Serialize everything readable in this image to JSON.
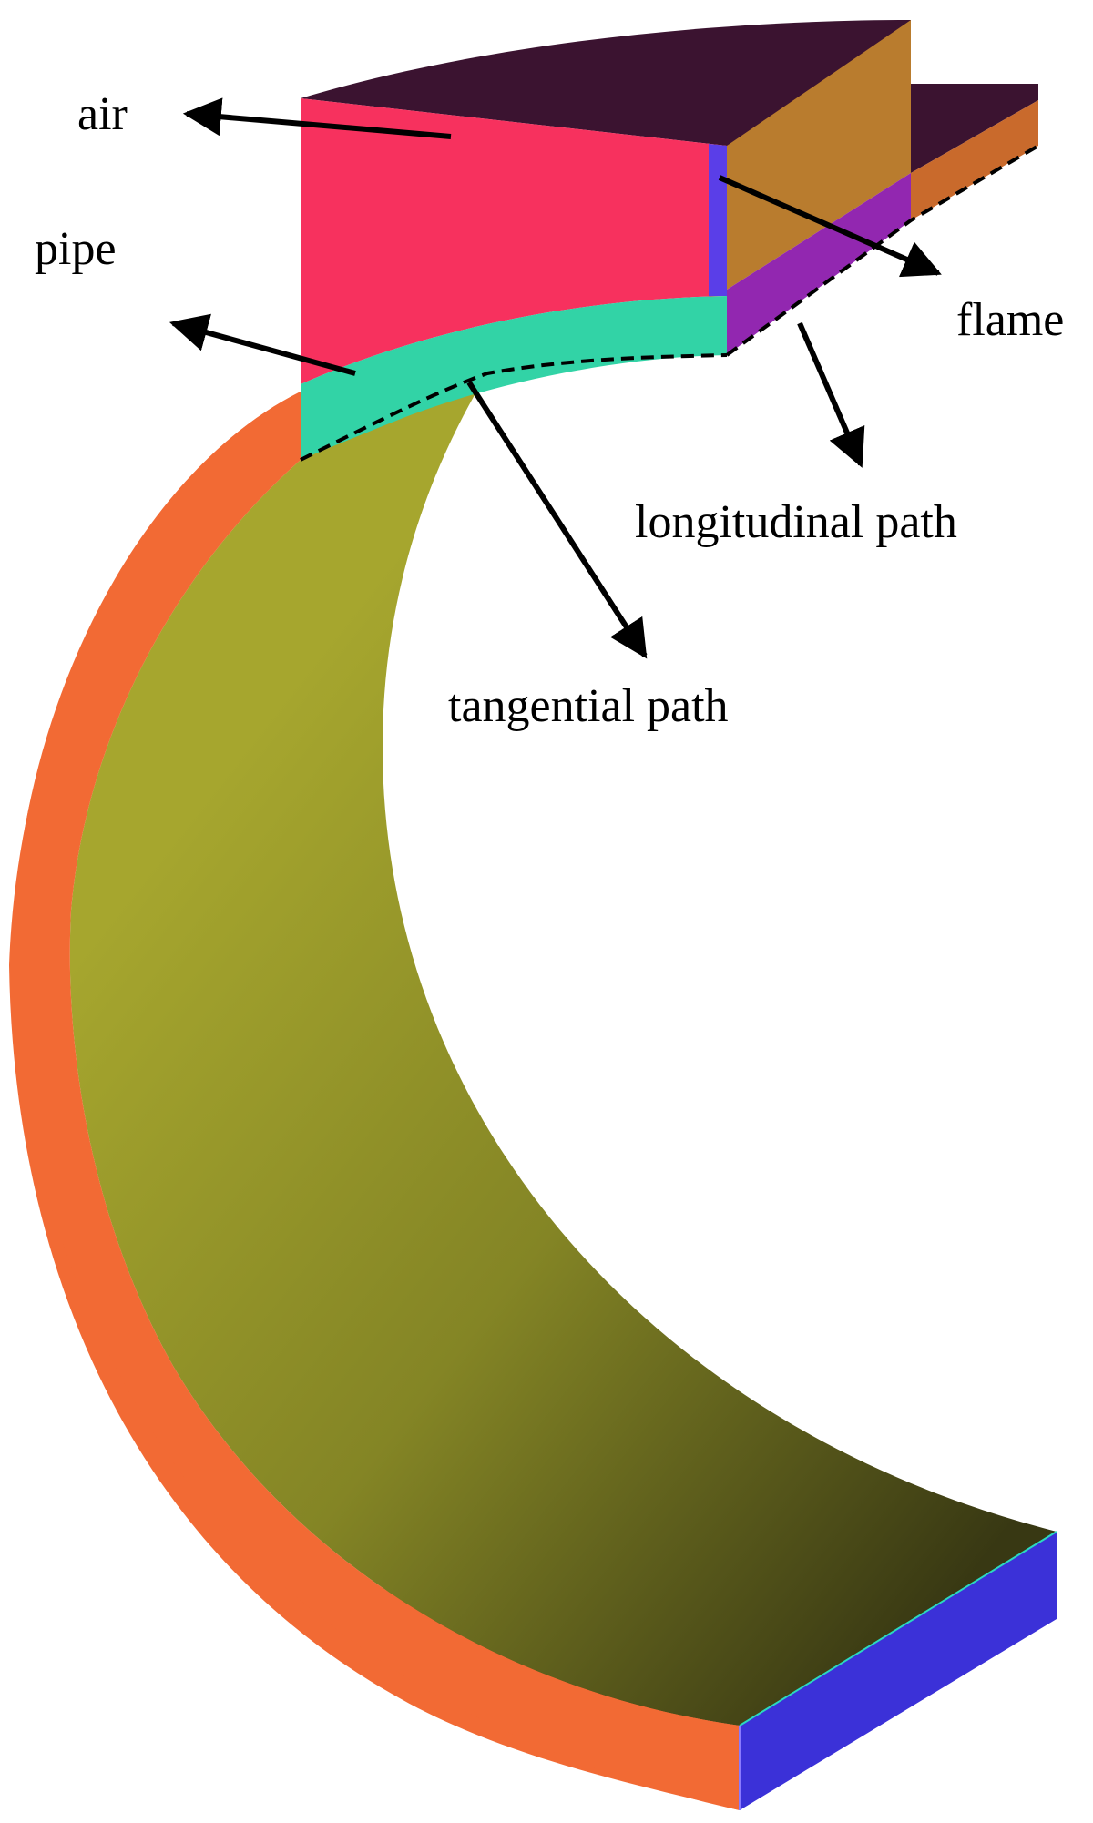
{
  "labels": {
    "air": "air",
    "pipe": "pipe",
    "flame": "flame",
    "longitudinal_path": "longitudinal path",
    "tangential_path": "tangential path"
  },
  "colors": {
    "background": "#ffffff",
    "air_front": "#f7315e",
    "air_top": "#3b1330",
    "air_side": "#b97c2e",
    "flame_strip": "#5a3ee8",
    "pipe_cap": "#32d3a6",
    "pipe_side": "#9227b0",
    "ext_top": "#3b1330",
    "ext_side": "#c96a2c",
    "outer_wall": "#f26a34",
    "inner_surface_light": "#9a9b2a",
    "inner_surface_dark": "#3a3a12",
    "end_cap": "#3b31d8",
    "arrows": "#000000"
  }
}
